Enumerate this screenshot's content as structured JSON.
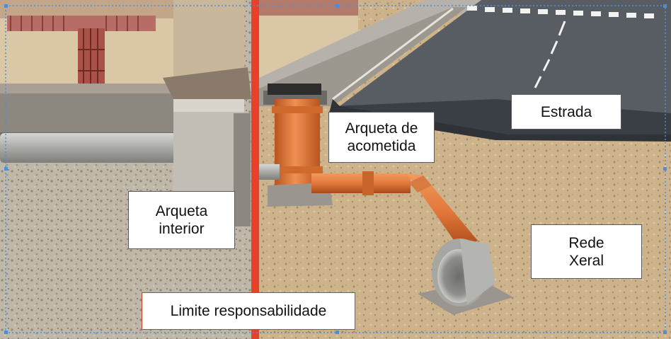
{
  "labels": {
    "estrada": "Estrada",
    "arqueta_acometida": [
      "Arqueta de",
      "acometida"
    ],
    "arqueta_interior": [
      "Arqueta",
      "interior"
    ],
    "rede_xeral": [
      "Rede",
      "Xeral"
    ],
    "limite": "Limite responsabilidade"
  },
  "colors": {
    "limit_line": "#e8402a",
    "pipe": "#e2773a",
    "asphalt": "#3a3f45",
    "soil": "#c9ae84",
    "concrete": "#b9b6b0",
    "frame_border": "#4a90d9"
  },
  "icons": [
    "manhole-cover",
    "pvc-pipe",
    "sewer-main-pipe",
    "grey-drain-pipe"
  ]
}
